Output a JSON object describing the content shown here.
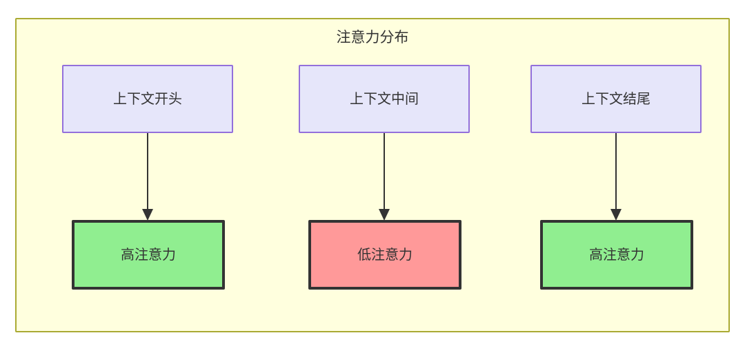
{
  "diagram": {
    "type": "flowchart",
    "title": "注意力分布",
    "background_color": "#ffffff",
    "subgraph": {
      "label": "注意力分布",
      "fill_color": "#ffffde",
      "border_color": "#aaaa33"
    },
    "palette": {
      "context_fill": "#e6e6fa",
      "context_border": "#9370db",
      "high_attention_fill": "#90ee90",
      "low_attention_fill": "#ff9999",
      "node_border": "#333333",
      "edge_color": "#333333",
      "text_color": "#333333"
    },
    "columns": [
      {
        "id": "start",
        "source": {
          "label": "上下文开头"
        },
        "target": {
          "label": "高注意力",
          "level": "high"
        },
        "edge": {
          "style": "solid",
          "arrowhead": "filled-triangle",
          "direction": "down"
        }
      },
      {
        "id": "middle",
        "source": {
          "label": "上下文中间"
        },
        "target": {
          "label": "低注意力",
          "level": "low"
        },
        "edge": {
          "style": "solid",
          "arrowhead": "filled-triangle",
          "direction": "down"
        }
      },
      {
        "id": "end",
        "source": {
          "label": "上下文结尾"
        },
        "target": {
          "label": "高注意力",
          "level": "high"
        },
        "edge": {
          "style": "solid",
          "arrowhead": "filled-triangle",
          "direction": "down"
        }
      }
    ]
  }
}
